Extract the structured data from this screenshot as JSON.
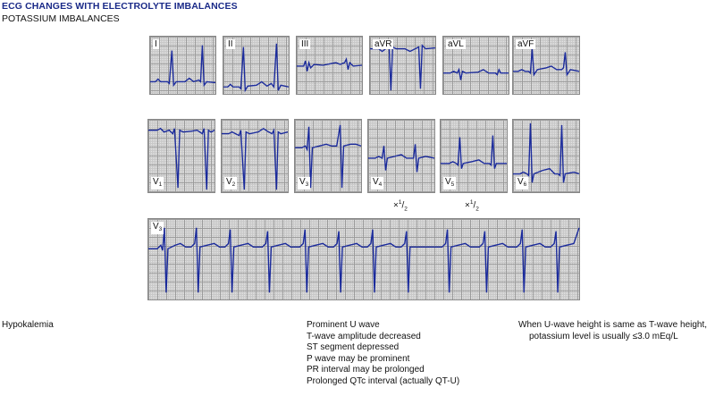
{
  "header": {
    "title": "ECG CHANGES WITH ELECTROLYTE IMBALANCES",
    "subtitle": "POTASSIUM IMBALANCES"
  },
  "leads": {
    "I": "I",
    "II": "II",
    "III": "III",
    "aVR": "aVR",
    "aVL": "aVL",
    "aVF": "aVF",
    "V1": {
      "base": "V",
      "sub": "1"
    },
    "V2": {
      "base": "V",
      "sub": "2"
    },
    "V3": {
      "base": "V",
      "sub": "3"
    },
    "V4": {
      "base": "V",
      "sub": "4"
    },
    "V5": {
      "base": "V",
      "sub": "5"
    },
    "V6": {
      "base": "V",
      "sub": "6"
    },
    "rhythm": {
      "base": "V",
      "sub": "3"
    }
  },
  "scale_note": {
    "prefix": "×",
    "num": "1",
    "den": "2"
  },
  "condition": "Hypokalemia",
  "findings": [
    "Prominent U wave",
    "T-wave amplitude decreased",
    "ST segment depressed",
    "P wave may be prominent",
    "PR interval may be prolonged",
    "Prolonged QTc interval (actually QT-U)"
  ],
  "note": {
    "line1": "When U-wave height is same as T-wave height,",
    "line2": "potassium level is usually ≤3.0 mEq/L"
  },
  "colors": {
    "trace": "#1a2a9c",
    "title": "#1a2a88",
    "grid": "#9a9a9a"
  }
}
